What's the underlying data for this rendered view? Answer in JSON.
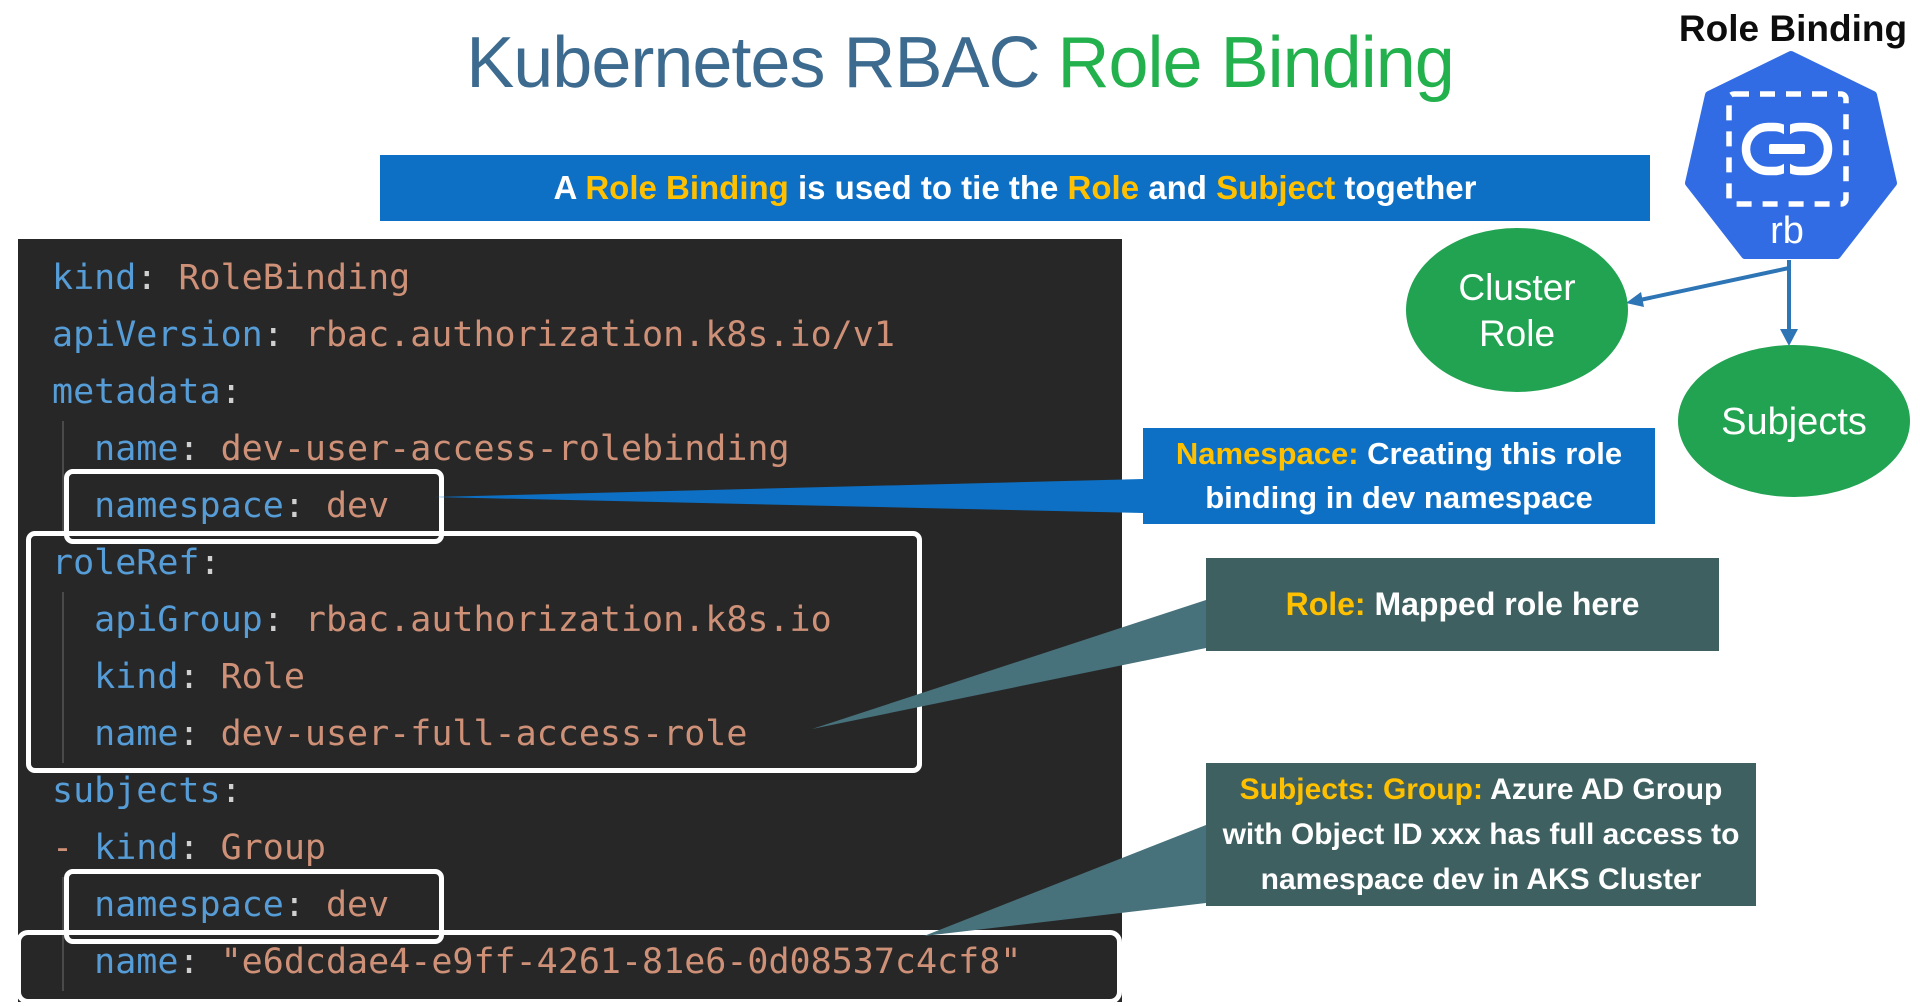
{
  "colors": {
    "title_primary": "#3d6b8f",
    "title_accent": "#22b14c",
    "banner_bg": "#0d70c4",
    "highlight_gold": "#ffc000",
    "code_bg": "#272727",
    "code_key": "#569cd6",
    "code_value": "#ce9178",
    "callout_teal": "#3e6060",
    "node_green": "#21a352",
    "k8s_blue": "#326ce5",
    "arrow_blue": "#2e75b6"
  },
  "title": {
    "text_primary": "Kubernetes RBAC",
    "text_accent": "Role Binding"
  },
  "banner": {
    "segments": [
      {
        "text": "A ",
        "c": "white"
      },
      {
        "text": "Role Binding",
        "c": "gold"
      },
      {
        "text": " is used to tie the ",
        "c": "white"
      },
      {
        "text": "Role",
        "c": "gold"
      },
      {
        "text": " and ",
        "c": "white"
      },
      {
        "text": "Subject",
        "c": "gold"
      },
      {
        "text": " together",
        "c": "white"
      }
    ]
  },
  "code_block": {
    "lines": [
      [
        {
          "t": "kind",
          "c": "key"
        },
        {
          "t": ": ",
          "c": "p"
        },
        {
          "t": "RoleBinding",
          "c": "val"
        }
      ],
      [
        {
          "t": "apiVersion",
          "c": "key"
        },
        {
          "t": ": ",
          "c": "p"
        },
        {
          "t": "rbac.authorization.k8s.io/v1",
          "c": "val"
        }
      ],
      [
        {
          "t": "metadata",
          "c": "key"
        },
        {
          "t": ":",
          "c": "p"
        }
      ],
      [
        {
          "t": "  ",
          "c": "p"
        },
        {
          "t": "name",
          "c": "key"
        },
        {
          "t": ": ",
          "c": "p"
        },
        {
          "t": "dev-user-access-rolebinding",
          "c": "val"
        }
      ],
      [
        {
          "t": "  ",
          "c": "p"
        },
        {
          "t": "namespace",
          "c": "key"
        },
        {
          "t": ": ",
          "c": "p"
        },
        {
          "t": "dev",
          "c": "val"
        }
      ],
      [
        {
          "t": "roleRef",
          "c": "key"
        },
        {
          "t": ":",
          "c": "p"
        }
      ],
      [
        {
          "t": "  ",
          "c": "p"
        },
        {
          "t": "apiGroup",
          "c": "key"
        },
        {
          "t": ": ",
          "c": "p"
        },
        {
          "t": "rbac.authorization.k8s.io",
          "c": "val"
        }
      ],
      [
        {
          "t": "  ",
          "c": "p"
        },
        {
          "t": "kind",
          "c": "key"
        },
        {
          "t": ": ",
          "c": "p"
        },
        {
          "t": "Role",
          "c": "val"
        }
      ],
      [
        {
          "t": "  ",
          "c": "p"
        },
        {
          "t": "name",
          "c": "key"
        },
        {
          "t": ": ",
          "c": "p"
        },
        {
          "t": "dev-user-full-access-role",
          "c": "val"
        }
      ],
      [
        {
          "t": "subjects",
          "c": "key"
        },
        {
          "t": ":",
          "c": "p"
        }
      ],
      [
        {
          "t": "- ",
          "c": "val"
        },
        {
          "t": "kind",
          "c": "key"
        },
        {
          "t": ": ",
          "c": "p"
        },
        {
          "t": "Group",
          "c": "val"
        }
      ],
      [
        {
          "t": "  ",
          "c": "p"
        },
        {
          "t": "namespace",
          "c": "key"
        },
        {
          "t": ": ",
          "c": "p"
        },
        {
          "t": "dev",
          "c": "val"
        }
      ],
      [
        {
          "t": "  ",
          "c": "p"
        },
        {
          "t": "name",
          "c": "key"
        },
        {
          "t": ": ",
          "c": "p"
        },
        {
          "t": "\"e6dcdae4-e9ff-4261-81e6-0d08537c4cf8\"",
          "c": "val"
        }
      ]
    ]
  },
  "callouts": {
    "namespace": {
      "segments": [
        {
          "text": "Namespace: ",
          "c": "gold"
        },
        {
          "text": "Creating this role\nbinding in dev namespace",
          "c": "white"
        }
      ]
    },
    "role": {
      "segments": [
        {
          "text": "Role: ",
          "c": "gold"
        },
        {
          "text": "Mapped role here",
          "c": "white"
        }
      ]
    },
    "subjects": {
      "segments": [
        {
          "text": "Subjects: Group: ",
          "c": "gold"
        },
        {
          "text": "Azure AD Group\nwith Object ID xxx has full access to\nnamespace dev in AKS Cluster",
          "c": "white"
        }
      ]
    }
  },
  "diagram": {
    "icon_label": "Role Binding",
    "icon_abbrev": "rb",
    "cluster_role_node": "Cluster Role",
    "subjects_node": "Subjects"
  }
}
